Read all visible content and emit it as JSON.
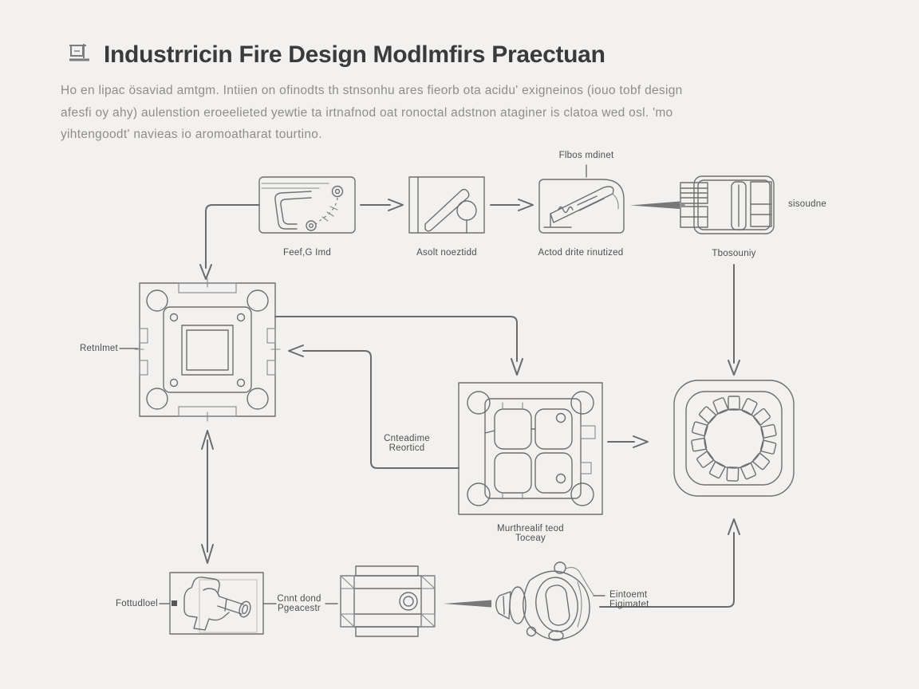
{
  "header": {
    "title": "Industrricin Fire Design Modlmfirs Praectuan",
    "icon": "drafting-tool-icon"
  },
  "intro": {
    "line1": "Ho en lipac ösaviad amtgm. Intiien on ofinodts th stnsonhu ares fieorb ota acidu' exigneinos (iouo tobf design",
    "line2": "afesfi oy ahy) aulenstion eroeelieted yewtie ta irtnafnod oat ronoctal adstnon ataginer is clatoa wed osl. 'mo",
    "line3": "yihtengoodt' navieas io aromoatharat tourtino."
  },
  "colors": {
    "background": "#f2f1ef",
    "line_art": "#6f6f6f",
    "label_text": "#4e4e4e",
    "title_text": "#3a3a3a",
    "paragraph_text": "#8e8d8a"
  },
  "flowchart": {
    "nodes": {
      "sketch_plate": {
        "label": "Feef,G Imd"
      },
      "rod_panel": {
        "label": "Asolt noeztidd"
      },
      "blade_tool": {
        "label": "Actod drite rinutized",
        "label_above": "Flbos mdinet"
      },
      "connector_block": {
        "label_below": "Tbosouniy",
        "label_right": "sisoudne"
      },
      "mold_plate": {
        "label": "Retnlmet"
      },
      "mold_assembly": {
        "label_left_line1": "Cnteadime",
        "label_left_line2": "Reorticd",
        "label_below_line1": "Murthrealif teod",
        "label_below_line2": "Toceay"
      },
      "stator_ring": {
        "label": ""
      },
      "clamp_part": {
        "label": "Fottudloel"
      },
      "cylinder_block": {
        "label_line1": "Cnnt dond",
        "label_line2": "Pgeacestr"
      },
      "turbo_part": {
        "label_line1": "Eintoemt",
        "label_line2": "Figimatet"
      }
    }
  }
}
